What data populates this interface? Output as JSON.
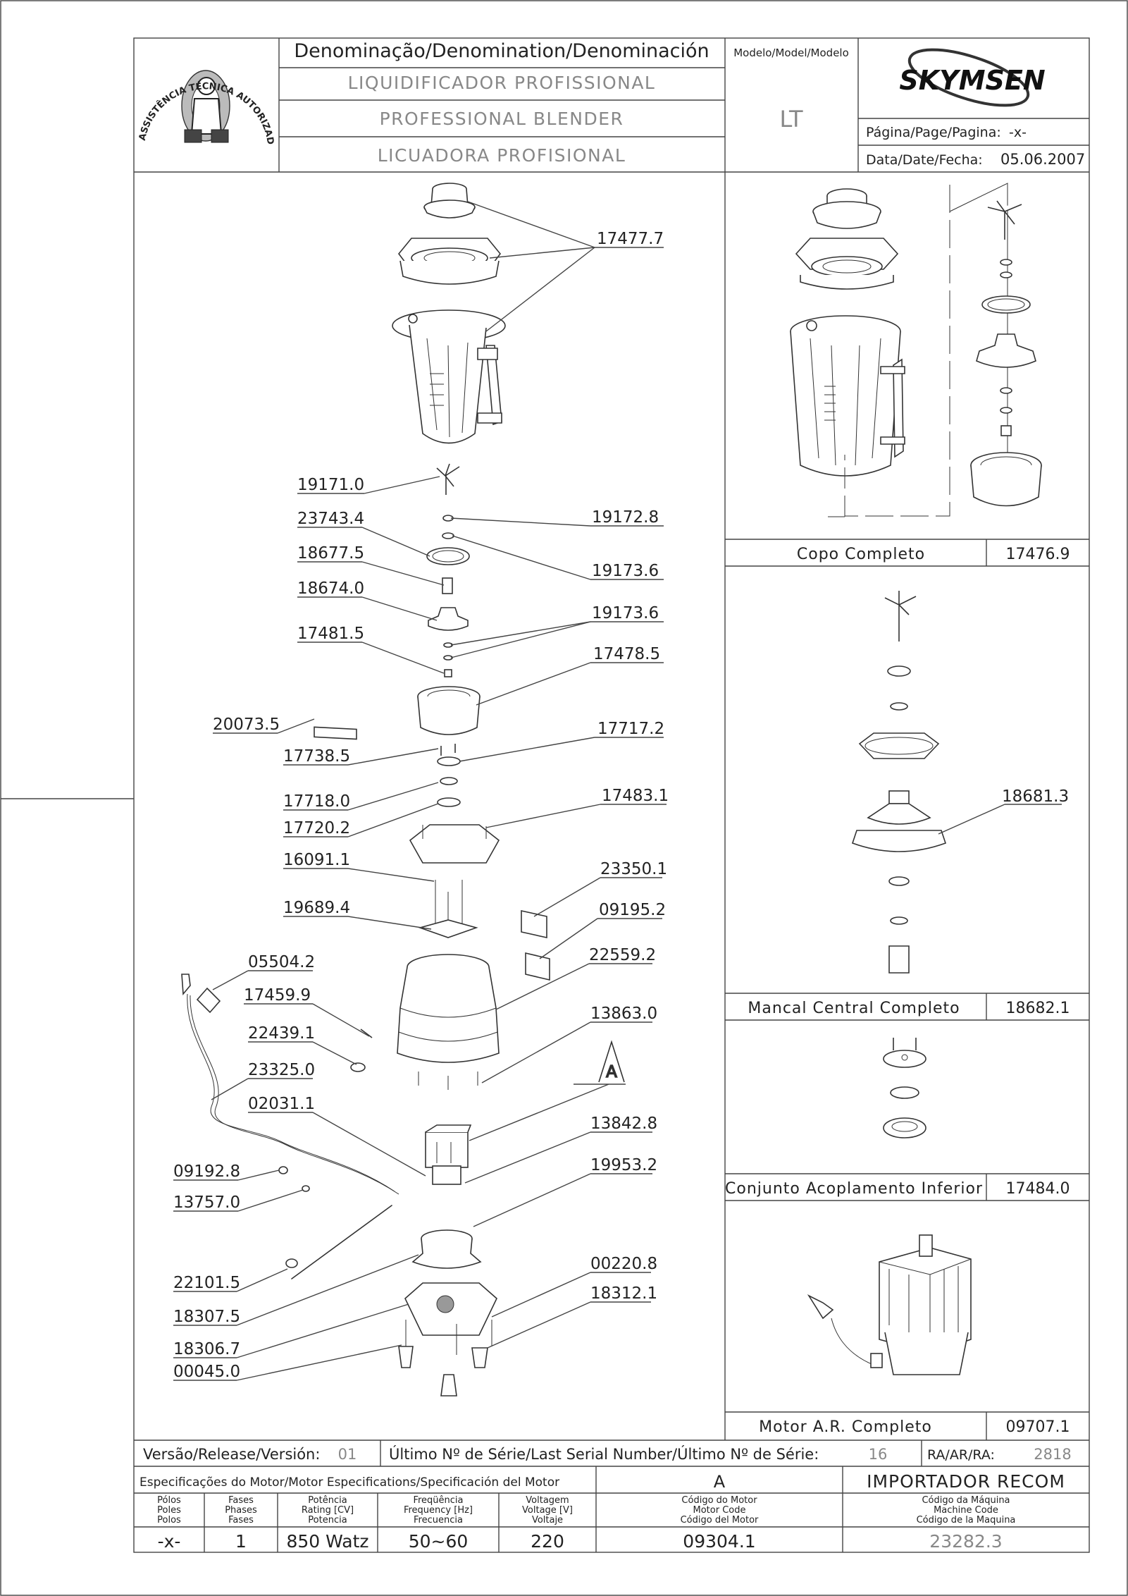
{
  "header": {
    "denomination_label": "Denominação/Denomination/Denominación",
    "names": [
      "LIQUIDIFICADOR PROFISSIONAL",
      "PROFESSIONAL BLENDER",
      "LICUADORA PROFISIONAL"
    ],
    "model_label": "Modelo/Model/Modelo",
    "model_value": "LT",
    "brand": "SKYMSEN",
    "page_label": "Página/Page/Pagina:",
    "page_value": "-x-",
    "date_label": "Data/Date/Fecha:",
    "date_value": "05.06.2007",
    "logo_text": "ASSISTÊNCIA TÉCNICA AUTORIZADA"
  },
  "parts": {
    "p17477_7": "17477.7",
    "p19171_0": "19171.0",
    "p23743_4": "23743.4",
    "p19172_8": "19172.8",
    "p18677_5": "18677.5",
    "p19173_6a": "19173.6",
    "p18674_0": "18674.0",
    "p19173_6b": "19173.6",
    "p17481_5": "17481.5",
    "p17478_5": "17478.5",
    "p20073_5": "20073.5",
    "p17717_2": "17717.2",
    "p17738_5": "17738.5",
    "p17718_0": "17718.0",
    "p17483_1": "17483.1",
    "p17720_2": "17720.2",
    "p16091_1": "16091.1",
    "p23350_1": "23350.1",
    "p19689_4": "19689.4",
    "p09195_2": "09195.2",
    "p05504_2": "05504.2",
    "p22559_2": "22559.2",
    "p17459_9": "17459.9",
    "p13863_0": "13863.0",
    "p22439_1": "22439.1",
    "p23325_0": "23325.0",
    "view_a": "A",
    "p02031_1": "02031.1",
    "p13842_8": "13842.8",
    "p19953_2": "19953.2",
    "p09192_8": "09192.8",
    "p13757_0": "13757.0",
    "p00220_8": "00220.8",
    "p22101_5": "22101.5",
    "p18312_1": "18312.1",
    "p18307_5": "18307.5",
    "p18306_7": "18306.7",
    "p00045_0": "00045.0",
    "p18681_3": "18681.3"
  },
  "assemblies": [
    {
      "name": "Copo Completo",
      "code": "17476.9"
    },
    {
      "name": "Mancal Central Completo",
      "code": "18682.1"
    },
    {
      "name": "Conjunto Acoplamento Inferior",
      "code": "17484.0"
    },
    {
      "name": "Motor A.R. Completo",
      "code": "09707.1"
    }
  ],
  "footer": {
    "version_label": "Versão/Release/Versión:",
    "version_value": "01",
    "serial_label": "Último Nº de Série/Last Serial Number/Último Nº de Série:",
    "serial_value": "16",
    "ra_label": "RA/AR/RA:",
    "ra_value": "2818",
    "motor_spec_label": "Especificações do Motor/Motor Especifications/Specificación del Motor",
    "motor_variant": "A",
    "importer": "IMPORTADOR RECOM",
    "col_poles": [
      "Pólos",
      "Poles",
      "Polos"
    ],
    "col_phases": [
      "Fases",
      "Phases",
      "Fases"
    ],
    "col_power": [
      "Potência",
      "Rating [CV]",
      "Potencia"
    ],
    "col_freq": [
      "Freqüência",
      "Frequency [Hz]",
      "Frecuencia"
    ],
    "col_volt": [
      "Voltagem",
      "Voltage [V]",
      "Voltaje"
    ],
    "col_motor_code": [
      "Código do Motor",
      "Motor Code",
      "Código del Motor"
    ],
    "col_machine_code": [
      "Código da Máquina",
      "Machine Code",
      "Código de la Maquina"
    ],
    "poles_value": "-x-",
    "phases_value": "1",
    "power_value": "850 Watz",
    "freq_value": "50~60",
    "volt_value": "220",
    "motor_code_value": "09304.1",
    "machine_code_value": "23282.3"
  }
}
